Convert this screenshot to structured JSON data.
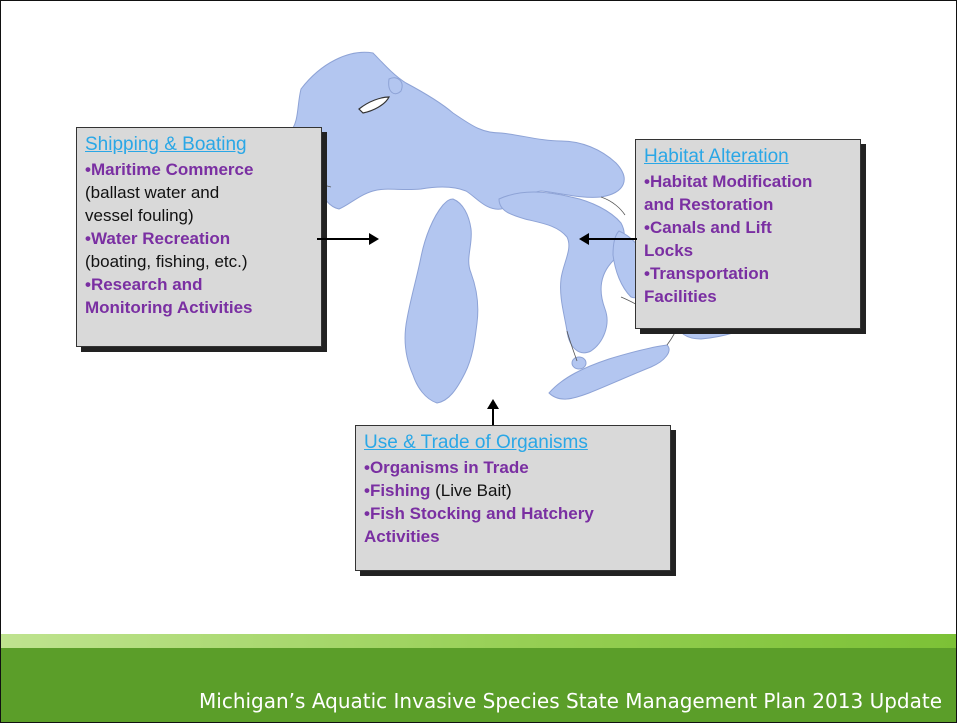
{
  "slide": {
    "footer_text": "Michigan’s Aquatic Invasive Species State Management Plan 2013 Update"
  },
  "callouts": {
    "shipping": {
      "title": "Shipping & Boating",
      "lines": [
        {
          "bold": "•Maritime Commerce",
          "plain": ""
        },
        {
          "bold": "",
          "plain": "(ballast water and"
        },
        {
          "bold": "",
          "plain": "vessel fouling)"
        },
        {
          "bold": "•Water Recreation",
          "plain": ""
        },
        {
          "bold": "",
          "plain": "(boating, fishing, etc.)"
        },
        {
          "bold": "•Research and",
          "plain": ""
        },
        {
          "bold": "Monitoring Activities",
          "plain": ""
        }
      ]
    },
    "habitat": {
      "title": "Habitat Alteration",
      "lines": [
        {
          "bold": "•Habitat Modification",
          "plain": ""
        },
        {
          "bold": "and Restoration",
          "plain": ""
        },
        {
          "bold": "•Canals and Lift",
          "plain": ""
        },
        {
          "bold": "Locks",
          "plain": ""
        },
        {
          "bold": "•Transportation",
          "plain": ""
        },
        {
          "bold": "Facilities",
          "plain": ""
        }
      ]
    },
    "trade": {
      "title": "Use & Trade of Organisms",
      "lines": [
        {
          "bold": "•Organisms in Trade",
          "plain": ""
        },
        {
          "bold": "•Fishing",
          "plain": " (Live Bait)"
        },
        {
          "bold": "•Fish Stocking and Hatchery",
          "plain": ""
        },
        {
          "bold": "Activities",
          "plain": ""
        }
      ]
    }
  },
  "colors": {
    "lake_fill": "#b3c6f0",
    "title_blue": "#2aa7e6",
    "bullet_purple": "#7a2fa2",
    "footer_green": "#5b9e29"
  }
}
